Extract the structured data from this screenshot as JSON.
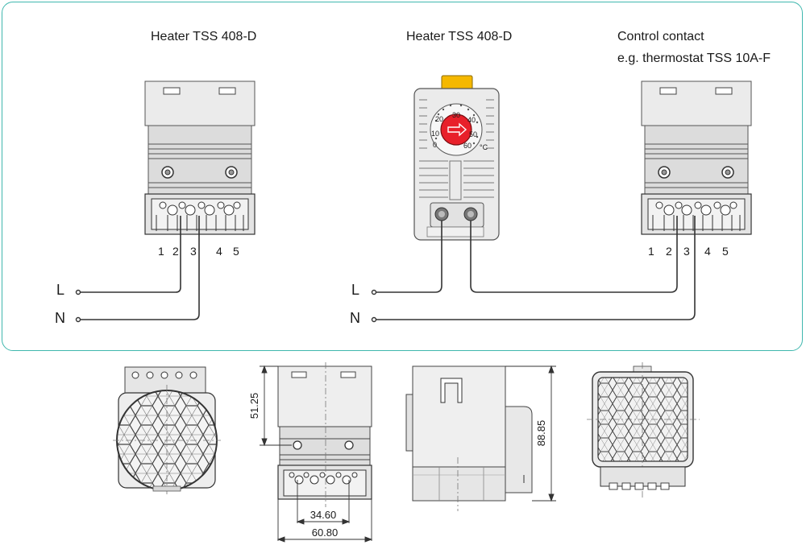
{
  "wiring": {
    "heater_left_title": "Heater TSS 408-D",
    "thermostat_title": "Heater TSS 408-D",
    "control_title_line1": "Control contact",
    "control_title_line2": "e.g. thermostat TSS 10A-F",
    "terminals": [
      "1",
      "2",
      "3",
      "4",
      "5"
    ],
    "line_L": "L",
    "line_N": "N",
    "thermostat_dial": {
      "scale": [
        "0",
        "10",
        "20",
        "30",
        "40",
        "50",
        "60"
      ],
      "unit": "°C",
      "dial_color": "#e8202a",
      "tab_color": "#f5b800"
    }
  },
  "dimensions": {
    "height_top": "51.25",
    "terminal_spacing": "34.60",
    "width_total": "60.80",
    "height_total": "88.85"
  },
  "colors": {
    "frame": "#3fb7ae",
    "device": "#ebebeb",
    "line": "#333333"
  }
}
